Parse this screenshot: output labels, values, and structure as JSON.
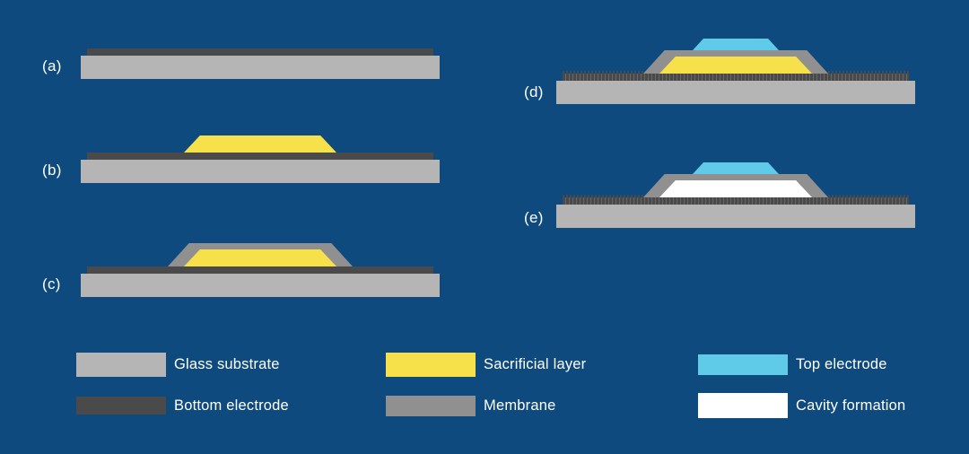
{
  "colors": {
    "background": "#0e4a7d",
    "glass": "#b5b5b5",
    "bottom-electrode": "#4a4a4a",
    "sacrificial": "#f7e14b",
    "membrane": "#909090",
    "top-electrode": "#5fcbe8",
    "cavity": "#ffffff",
    "text": "#ffffff"
  },
  "steps": [
    {
      "label": "(a)",
      "layers": [
        "glass-substrate",
        "bottom-electrode"
      ]
    },
    {
      "label": "(b)",
      "layers": [
        "glass-substrate",
        "bottom-electrode",
        "sacrificial-layer"
      ]
    },
    {
      "label": "(c)",
      "layers": [
        "glass-substrate",
        "bottom-electrode",
        "sacrificial-layer",
        "membrane"
      ]
    },
    {
      "label": "(d)",
      "layers": [
        "glass-substrate",
        "bottom-electrode",
        "sacrificial-layer",
        "membrane",
        "top-electrode"
      ]
    },
    {
      "label": "(e)",
      "layers": [
        "glass-substrate",
        "bottom-electrode",
        "membrane",
        "cavity-formation",
        "top-electrode"
      ]
    }
  ],
  "legend": [
    {
      "name": "glass-substrate",
      "label": "Glass substrate"
    },
    {
      "name": "bottom-electrode",
      "label": "Bottom electrode"
    },
    {
      "name": "sacrificial-layer",
      "label": "Sacrificial layer"
    },
    {
      "name": "membrane",
      "label": "Membrane"
    },
    {
      "name": "top-electrode",
      "label": "Top electrode"
    },
    {
      "name": "cavity-formation",
      "label": "Cavity formation"
    }
  ]
}
